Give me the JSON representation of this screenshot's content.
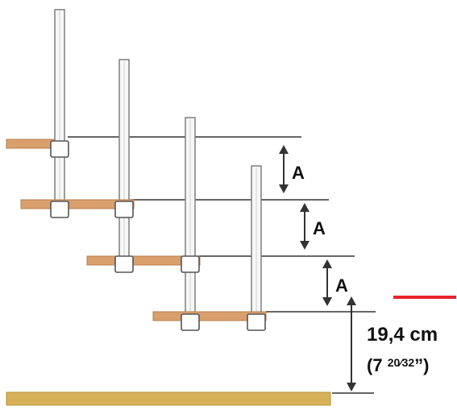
{
  "figure": {
    "rise_labels": [
      "A",
      "A",
      "A"
    ],
    "bottom_rise_metric": "19,4 cm",
    "bottom_rise_imperial_open": "(7 ",
    "bottom_rise_imperial_fraction": "20⁄32",
    "bottom_rise_imperial_close": "”)"
  },
  "colors": {
    "tread_wood": "#d9a06d",
    "tread_edge": "#b77c4a",
    "floor": "#d7b05a",
    "floor_edge": "#b89236",
    "post_fill": "#f7f7f7",
    "post_stroke": "#7f7f7f",
    "dimension_line": "#333333",
    "accent_red": "#e8222b"
  }
}
